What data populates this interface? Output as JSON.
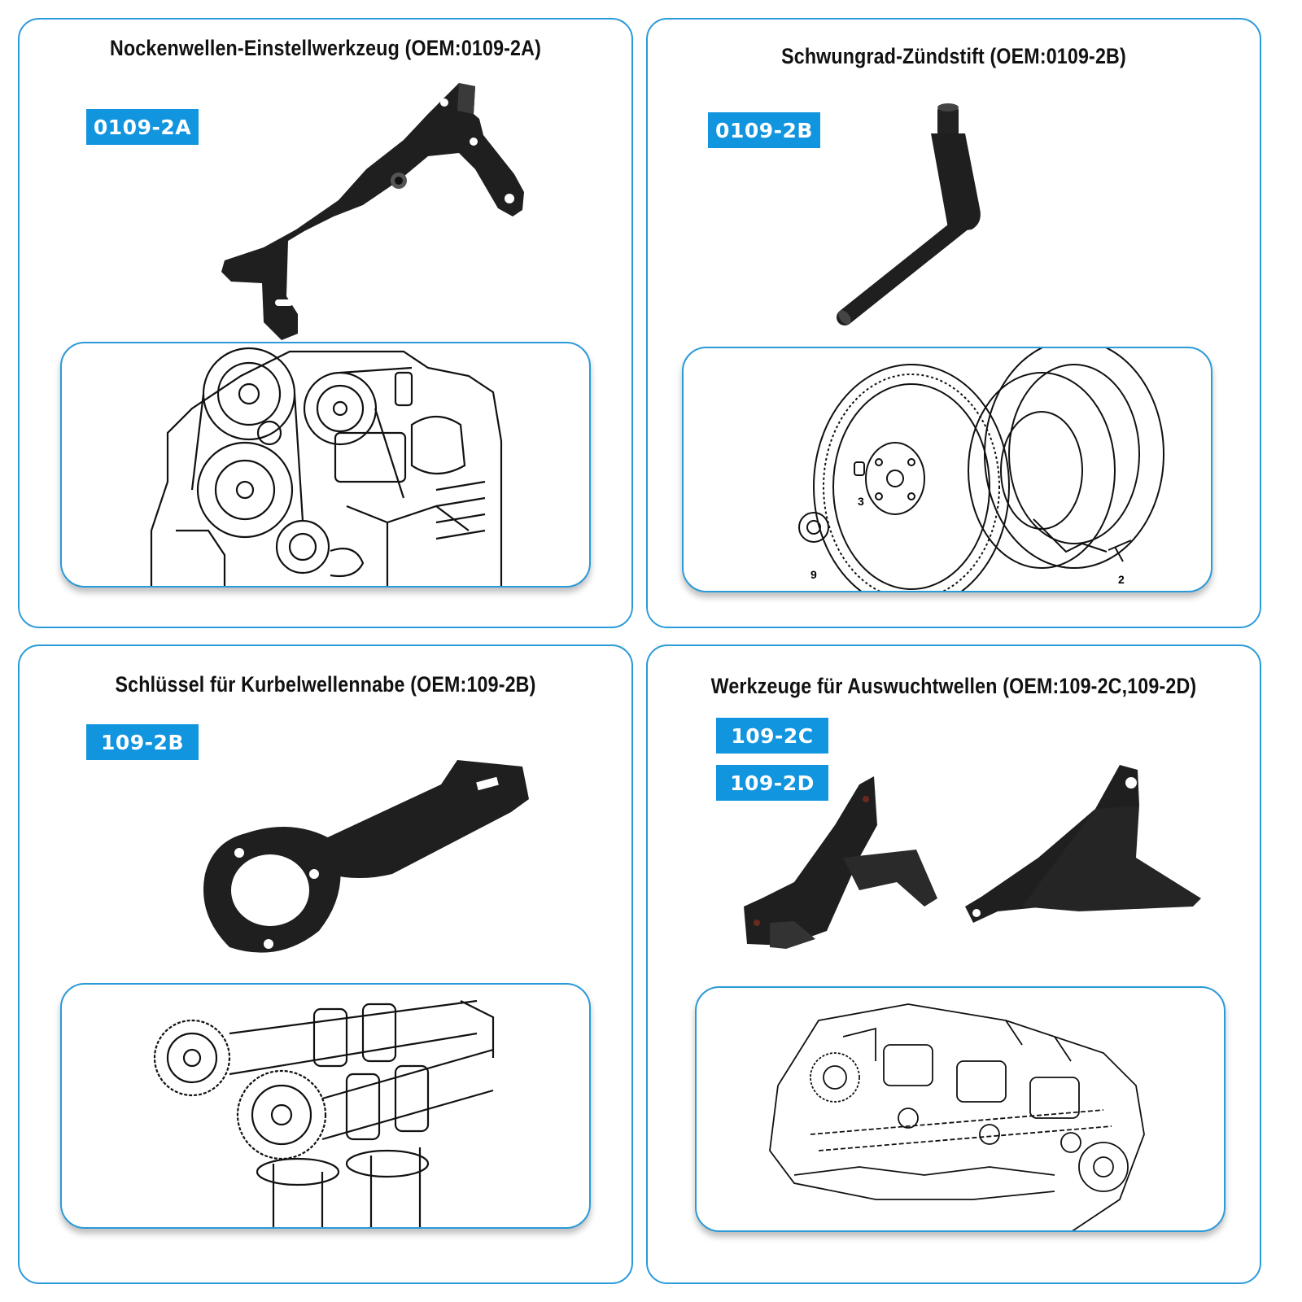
{
  "panels": [
    {
      "title": "Nockenwellen-Einstellwerkzeug (OEM:0109-2A)",
      "badges": [
        "0109-2A"
      ],
      "tool_icon": "camshaft-alignment-bracket-icon",
      "diagram_icon": "engine-front-belt-drive-icon"
    },
    {
      "title": "Schwungrad-Zündstift (OEM:0109-2B)",
      "badges": [
        "0109-2B"
      ],
      "tool_icon": "flywheel-locking-pin-icon",
      "diagram_icon": "flywheel-clutch-assembly-icon",
      "diagram_labels": [
        "3",
        "9",
        "2"
      ]
    },
    {
      "title": "Schlüssel für Kurbelwellennabe (OEM:109-2B)",
      "badges": [
        "109-2B"
      ],
      "tool_icon": "crankshaft-hub-wrench-icon",
      "diagram_icon": "camshaft-sprocket-assembly-icon"
    },
    {
      "title": "Werkzeuge für Auswuchtwellen (OEM:109-2C,109-2D)",
      "badges": [
        "109-2C",
        "109-2D"
      ],
      "tool_icon": "balance-shaft-brackets-icon",
      "diagram_icon": "balance-shaft-oil-pan-icon"
    }
  ],
  "colors": {
    "accent": "#2b9ad8",
    "badge": "#1295df",
    "tool": "#1e1e1e",
    "line": "#111111"
  }
}
